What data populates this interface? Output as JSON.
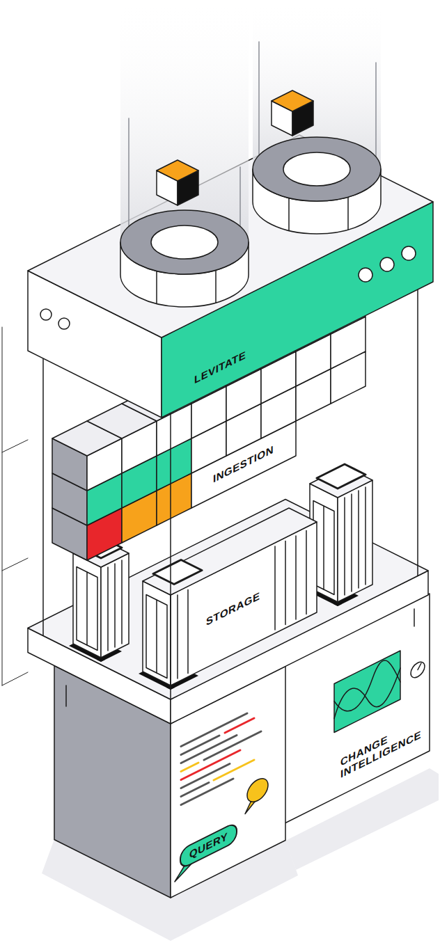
{
  "diagram": {
    "nodes": [
      {
        "text": [
          "LEVITATE"
        ]
      },
      {
        "text": [
          "INGESTION"
        ]
      },
      {
        "text": [
          "STORAGE"
        ]
      },
      {
        "text": [
          "CHANGE INTELLIGENCE"
        ]
      },
      {
        "text": [
          "QUERY"
        ]
      }
    ]
  }
}
